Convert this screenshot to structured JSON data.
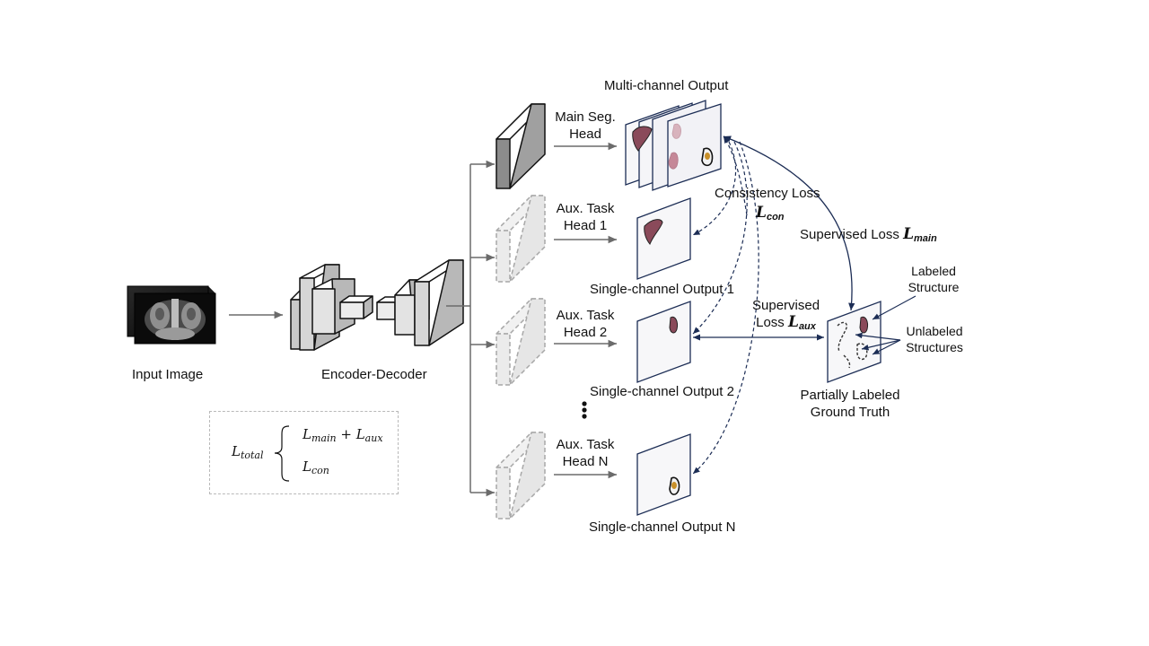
{
  "input": {
    "label": "Input Image"
  },
  "encoder": {
    "label": "Encoder-Decoder"
  },
  "heads": {
    "main": {
      "line1": "Main Seg.",
      "line2": "Head"
    },
    "aux1": {
      "line1": "Aux. Task",
      "line2": "Head 1"
    },
    "aux2": {
      "line1": "Aux. Task",
      "line2": "Head 2"
    },
    "auxN": {
      "line1": "Aux. Task",
      "line2": "Head N"
    }
  },
  "outputs": {
    "multi": "Multi-channel Output",
    "single1": "Single-channel Output 1",
    "single2": "Single-channel Output 2",
    "singleN": "Single-channel Output N"
  },
  "losses": {
    "consistency": "Consistency Loss",
    "con_symbol": "L",
    "con_sub": "con",
    "supervised_main": "Supervised Loss",
    "main_symbol": "L",
    "main_sub": "main",
    "supervised_aux_line1": "Supervised",
    "supervised_aux_line2": "Loss",
    "aux_symbol": "L",
    "aux_sub": "aux"
  },
  "ground_truth": {
    "line1": "Partially Labeled",
    "line2": "Ground Truth",
    "labeled_line1": "Labeled",
    "labeled_line2": "Structure",
    "unlabeled_line1": "Unlabeled",
    "unlabeled_line2": "Structures"
  },
  "legend": {
    "total_symbol": "L",
    "total_sub": "total",
    "main_symbol": "L",
    "main_sub": "main",
    "plus": "+",
    "aux_symbol": "L",
    "aux_sub": "aux",
    "con_symbol": "L",
    "con_sub": "con"
  },
  "colors": {
    "arrow_gray": "#6b6b6b",
    "loss_arrow_navy": "#1c2d55",
    "frame_navy": "#1c2d55",
    "organ_liver": "#8a4a5a",
    "organ_kidney": "#b06078",
    "block_dark": "#8c8c8c",
    "block_dashed": "#e6e6e6"
  }
}
